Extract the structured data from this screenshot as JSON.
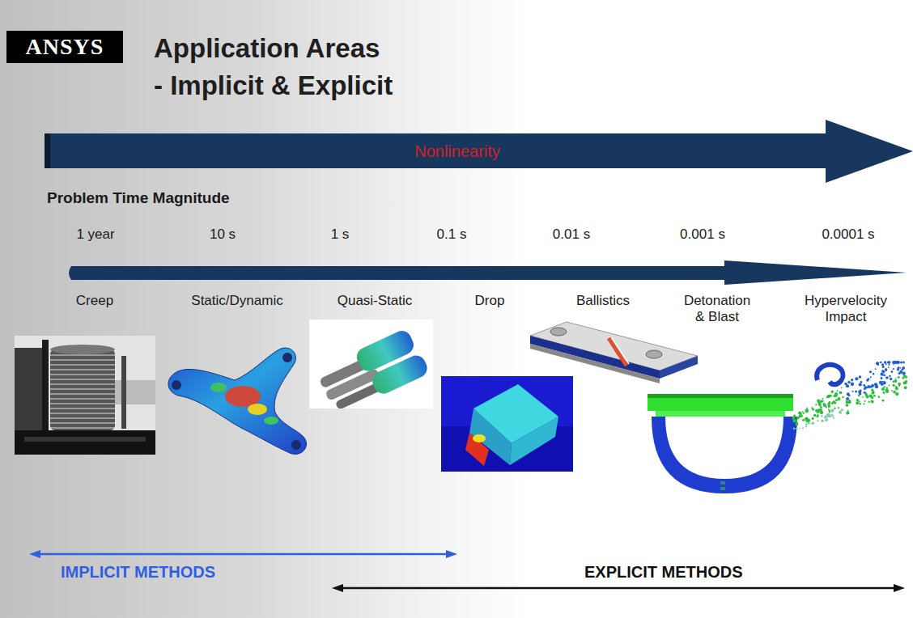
{
  "diagram": {
    "title": "Application Areas",
    "nodes": [
      {
        "text": [
          "ANSYS"
        ]
      },
      {
        "text": [
          "Nonlinearity"
        ]
      }
    ],
    "labels": [
      "- Implicit & Explicit",
      "Problem Time Magnitude",
      "1 year",
      "10 s",
      "1 s",
      "0.1 s",
      "0.01 s",
      "0.001 s",
      "0.0001 s",
      "Creep",
      "Static/Dynamic",
      "Quasi-Static",
      "Drop",
      "Ballistics",
      "Detonation & Blast",
      "Hypervelocity Impact",
      "IMPLICIT METHODS",
      "EXPLICIT METHODS"
    ]
  }
}
